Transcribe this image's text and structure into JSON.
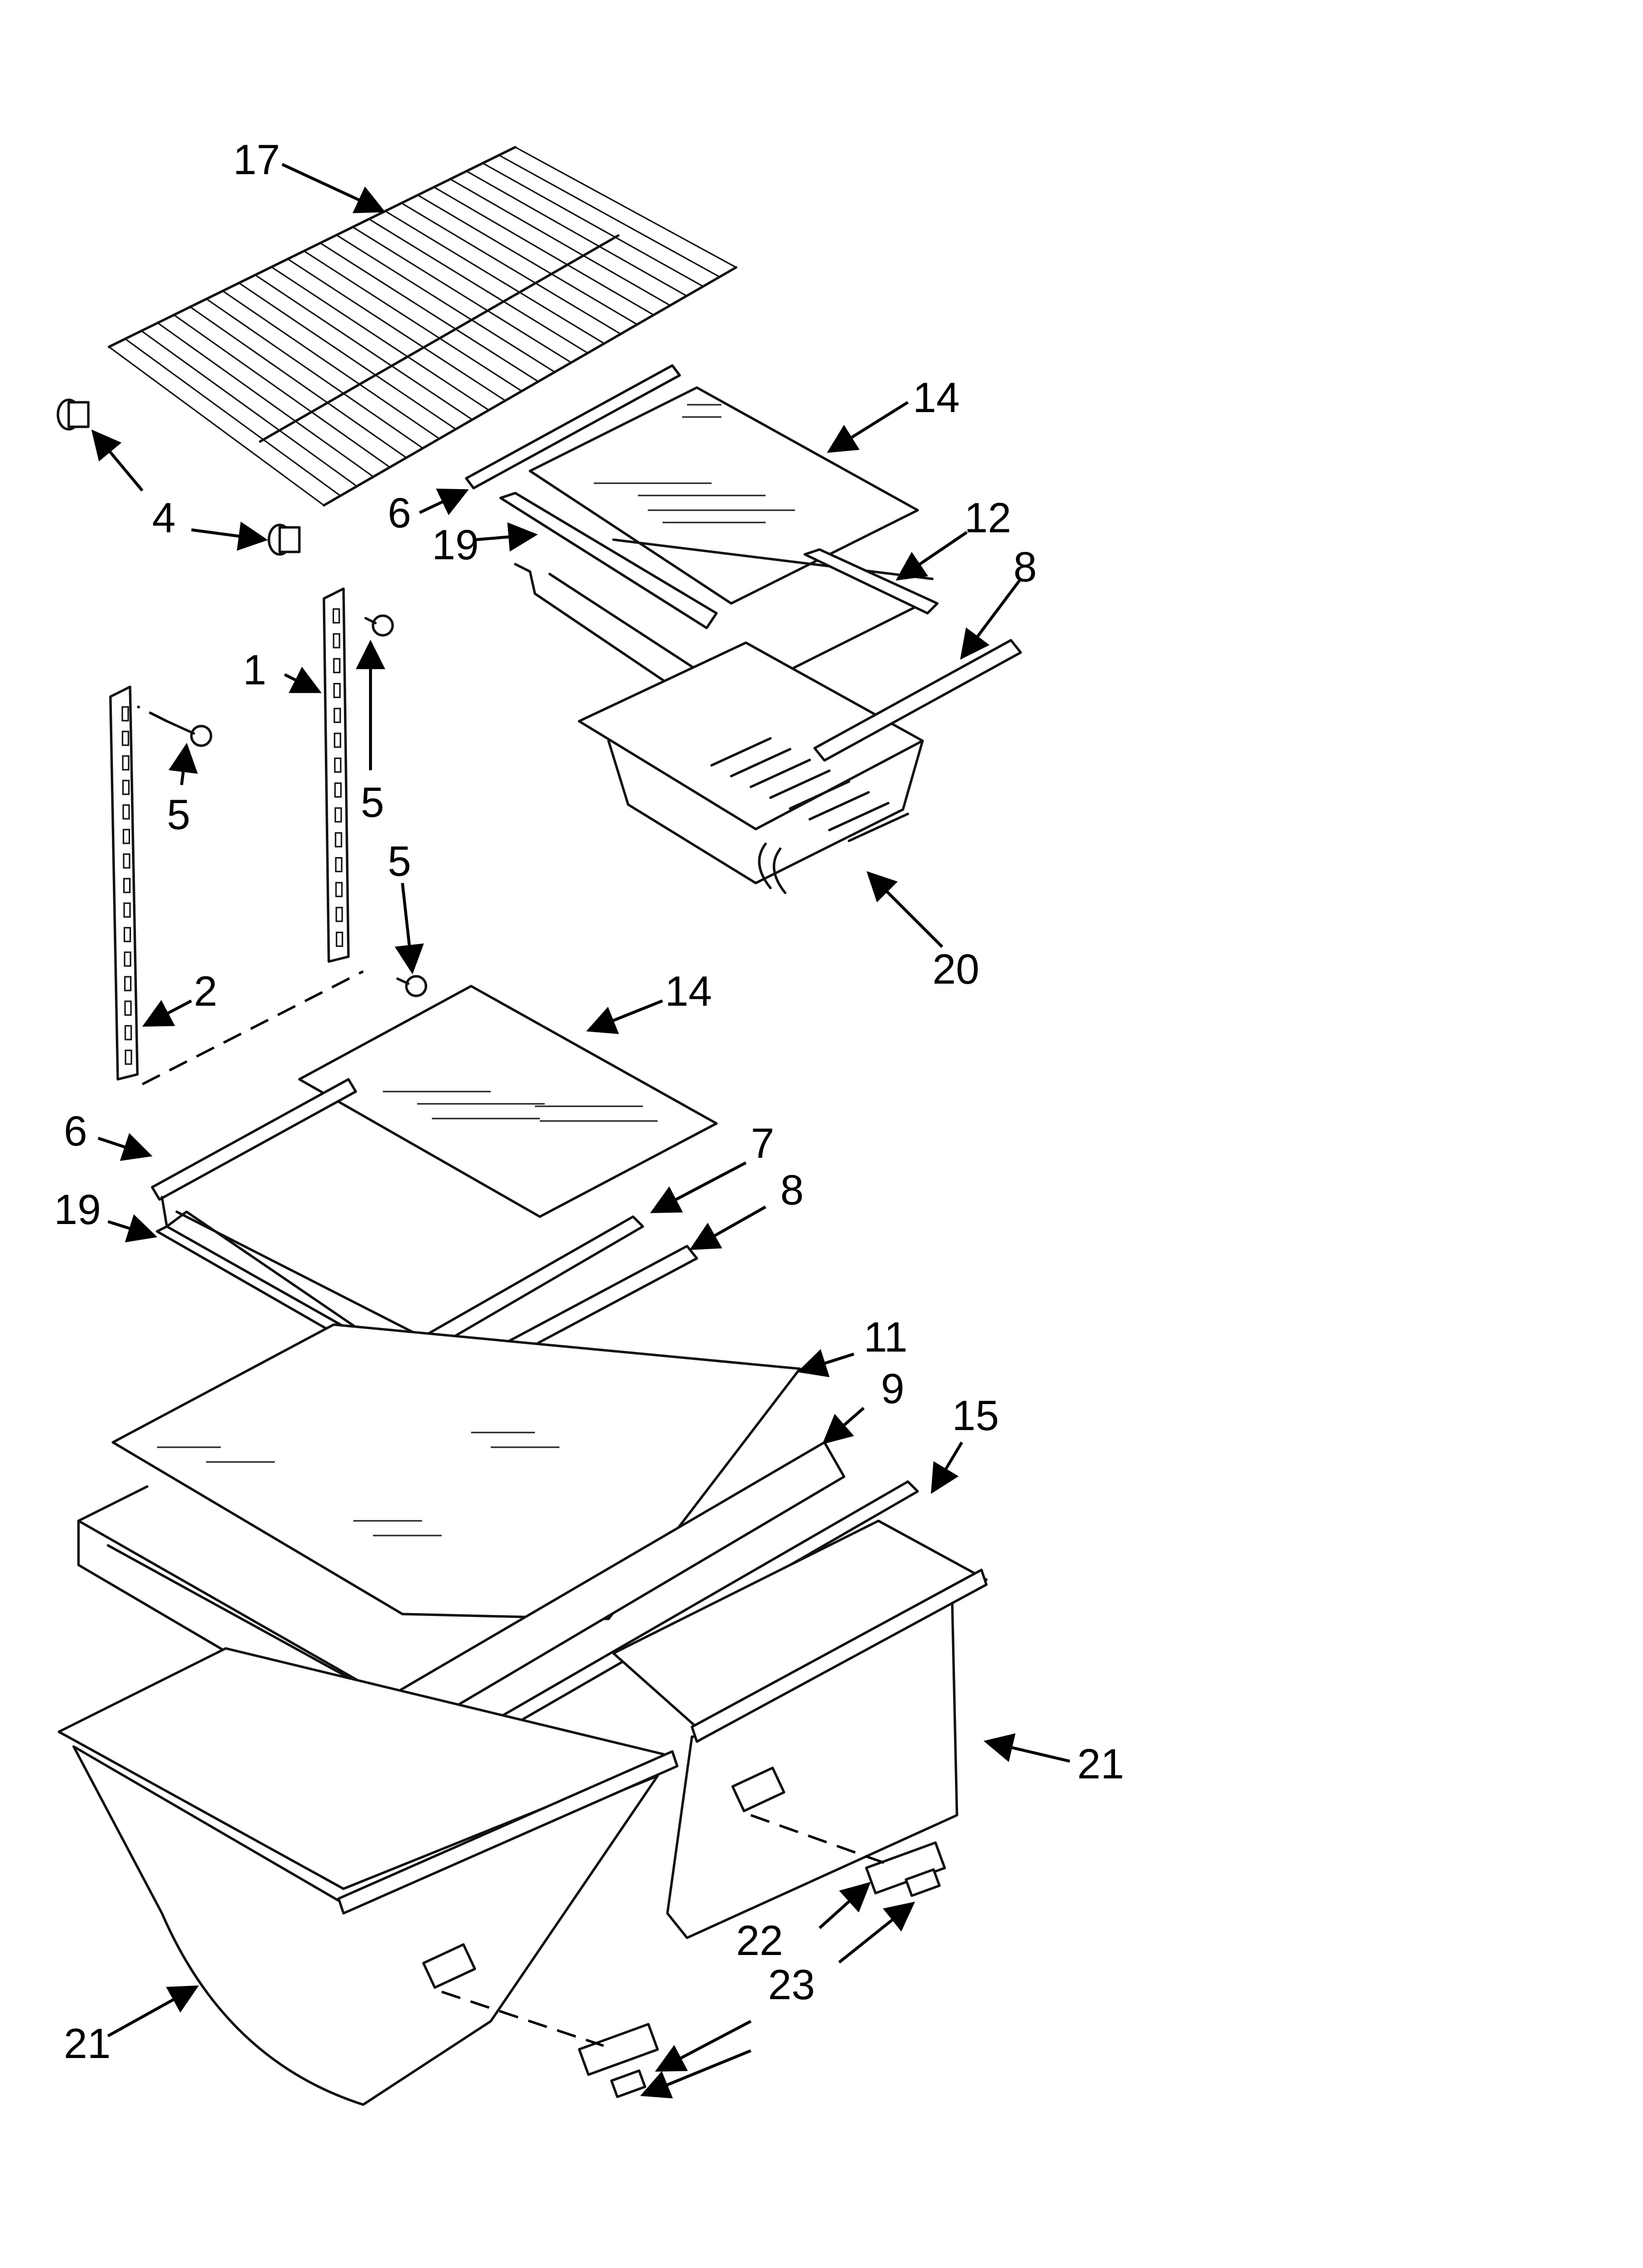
{
  "callouts": [
    {
      "id": "c17",
      "text": "17"
    },
    {
      "id": "c14a",
      "text": "14"
    },
    {
      "id": "c4",
      "text": "4"
    },
    {
      "id": "c6a",
      "text": "6"
    },
    {
      "id": "c19a",
      "text": "19"
    },
    {
      "id": "c12",
      "text": "12"
    },
    {
      "id": "c8a",
      "text": "8"
    },
    {
      "id": "c1",
      "text": "1"
    },
    {
      "id": "c5a",
      "text": "5"
    },
    {
      "id": "c5b",
      "text": "5"
    },
    {
      "id": "c5c",
      "text": "5"
    },
    {
      "id": "c20",
      "text": "20"
    },
    {
      "id": "c2",
      "text": "2"
    },
    {
      "id": "c14b",
      "text": "14"
    },
    {
      "id": "c6b",
      "text": "6"
    },
    {
      "id": "c7",
      "text": "7"
    },
    {
      "id": "c8b",
      "text": "8"
    },
    {
      "id": "c19b",
      "text": "19"
    },
    {
      "id": "c11",
      "text": "11"
    },
    {
      "id": "c9",
      "text": "9"
    },
    {
      "id": "c15",
      "text": "15"
    },
    {
      "id": "c21a",
      "text": "21"
    },
    {
      "id": "c22",
      "text": "22"
    },
    {
      "id": "c23",
      "text": "23"
    },
    {
      "id": "c21b",
      "text": "21"
    }
  ]
}
